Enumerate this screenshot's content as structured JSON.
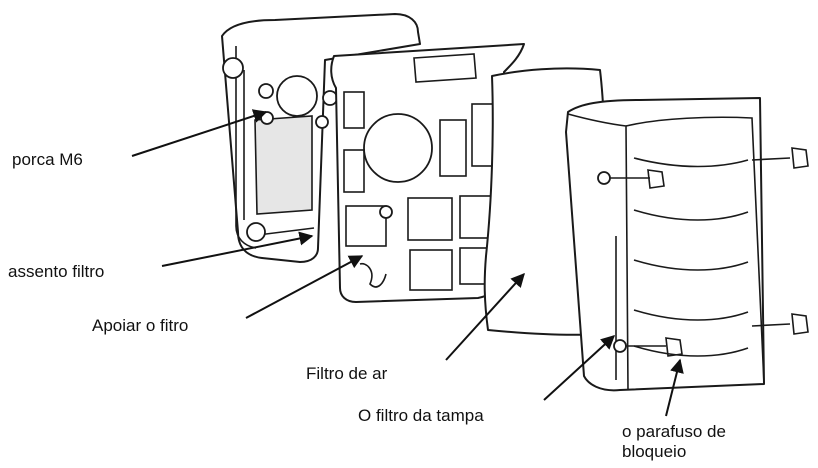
{
  "labels": {
    "porca": "porca M6",
    "assento": "assento filtro",
    "apoiar": "Apoiar o fitro",
    "filtro_ar": "Filtro de ar",
    "filtro_tampa": "O filtro da tampa",
    "parafuso": "o parafuso de bloqueio"
  }
}
